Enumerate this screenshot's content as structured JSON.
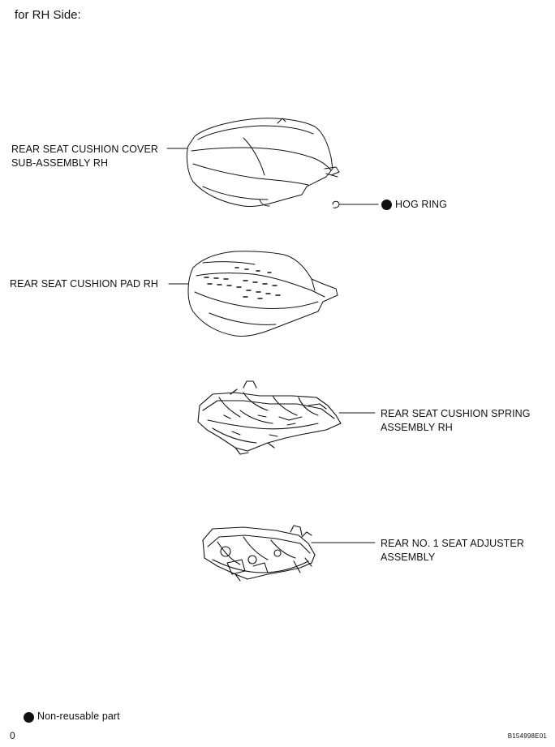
{
  "header": {
    "title": "for RH Side:"
  },
  "labels": {
    "cover_line1": "REAR SEAT CUSHION COVER",
    "cover_line2": "SUB-ASSEMBLY RH",
    "hog_ring": "HOG RING",
    "pad": "REAR SEAT CUSHION PAD RH",
    "spring_line1": "REAR SEAT CUSHION SPRING",
    "spring_line2": "ASSEMBLY RH",
    "adjuster_line1": "REAR NO. 1 SEAT ADJUSTER",
    "adjuster_line2": "ASSEMBLY"
  },
  "legend": {
    "non_reusable": "Non-reusable part"
  },
  "footer": {
    "page_number": "0",
    "figure_code": "B154998E01"
  },
  "colors": {
    "ink": "#111111",
    "paper": "#ffffff"
  },
  "icons": {
    "non_reusable_marker": "filled-circle-icon",
    "hog_ring_part": "ring-icon"
  }
}
